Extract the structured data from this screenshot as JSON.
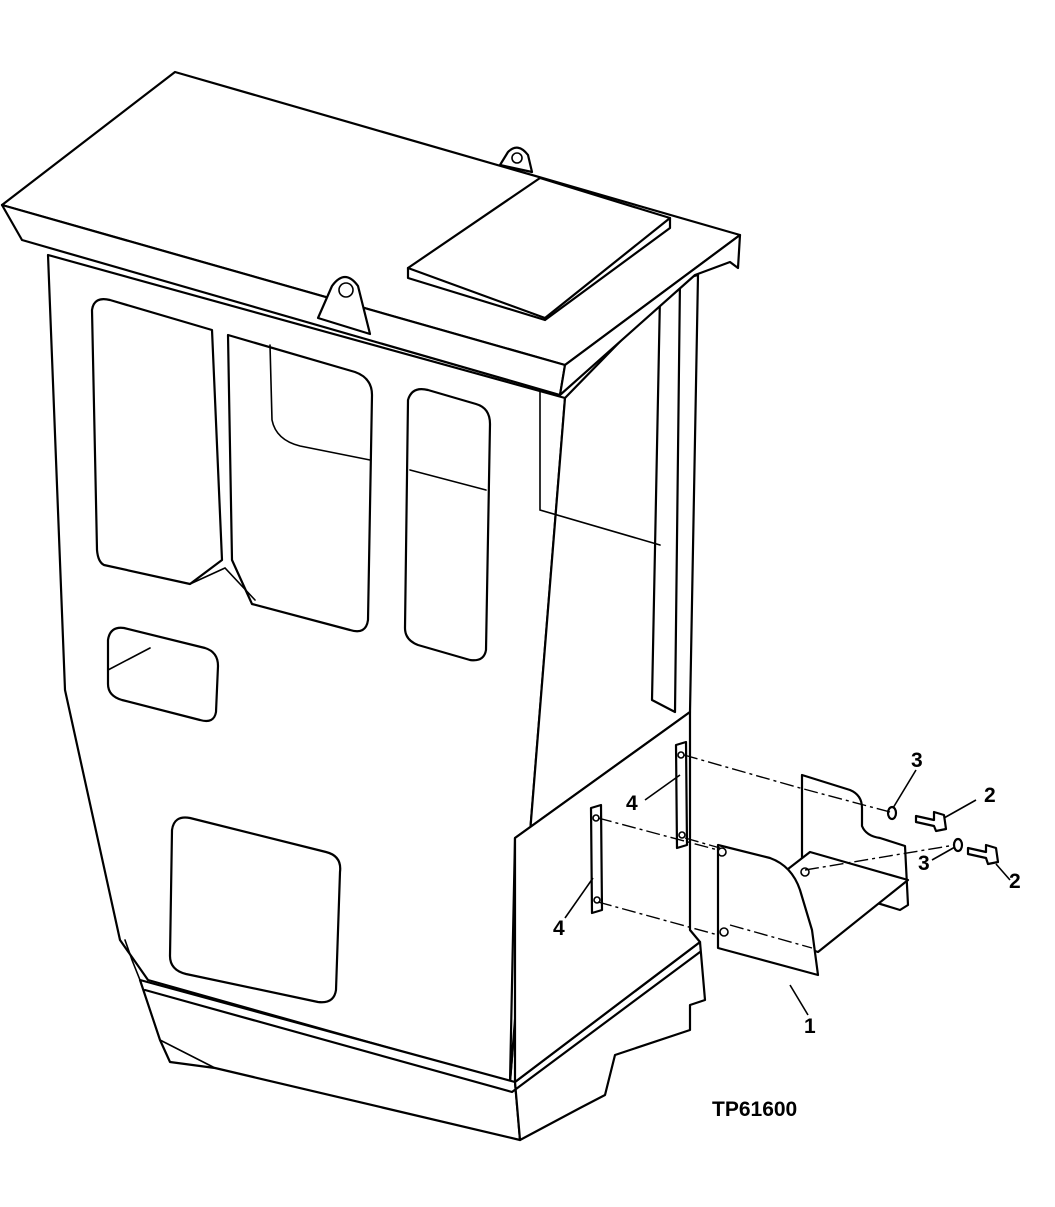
{
  "figure": {
    "id_label": "TP61600"
  },
  "callouts": [
    {
      "key": "item_1",
      "text": "1"
    },
    {
      "key": "item_2_upper",
      "text": "2"
    },
    {
      "key": "item_2_lower",
      "text": "2"
    },
    {
      "key": "item_3_upper",
      "text": "3"
    },
    {
      "key": "item_3_lower",
      "text": "3"
    },
    {
      "key": "item_4_upper",
      "text": "4"
    },
    {
      "key": "item_4_lower",
      "text": "4"
    }
  ]
}
